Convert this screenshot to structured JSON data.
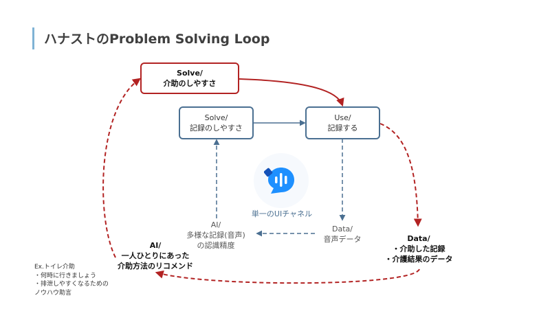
{
  "title": "ハナストのProblem Solving Loop",
  "nodes": {
    "solve_care": {
      "line1": "Solve/",
      "line2": "介助のしやすさ"
    },
    "solve_record": {
      "line1": "Solve/",
      "line2": "記録のしやすさ"
    },
    "use_record": {
      "line1": "Use/",
      "line2": "記録する"
    },
    "data_voice": {
      "line1": "Data/",
      "line2": "音声データ"
    },
    "ai_accuracy": {
      "line1": "AI/",
      "line2": "多様な記録(音声)",
      "line3": "の認識精度"
    },
    "data_care": {
      "line1": "Data/",
      "line2": "・介助した記録",
      "line3": "・介護結果のデータ"
    },
    "ai_recommend": {
      "line1": "AI/",
      "line2": "一人ひとりにあった",
      "line3": "介助方法のリコメンド"
    }
  },
  "center_logo": {
    "icon": "chat-bubble-waveform-icon",
    "caption": "単一のUIチャネル"
  },
  "example_note": {
    "line1": "Ex.トイレ介助",
    "line2": "・何時に行きましょう",
    "line3": "・排泄しやすくなるための",
    "line4": "ノウハウ助言"
  },
  "colors": {
    "outer_loop": "#b22222",
    "inner_loop": "#4a6f91",
    "title_accent": "#7fb3d5",
    "logo_blue": "#1e90ff"
  }
}
